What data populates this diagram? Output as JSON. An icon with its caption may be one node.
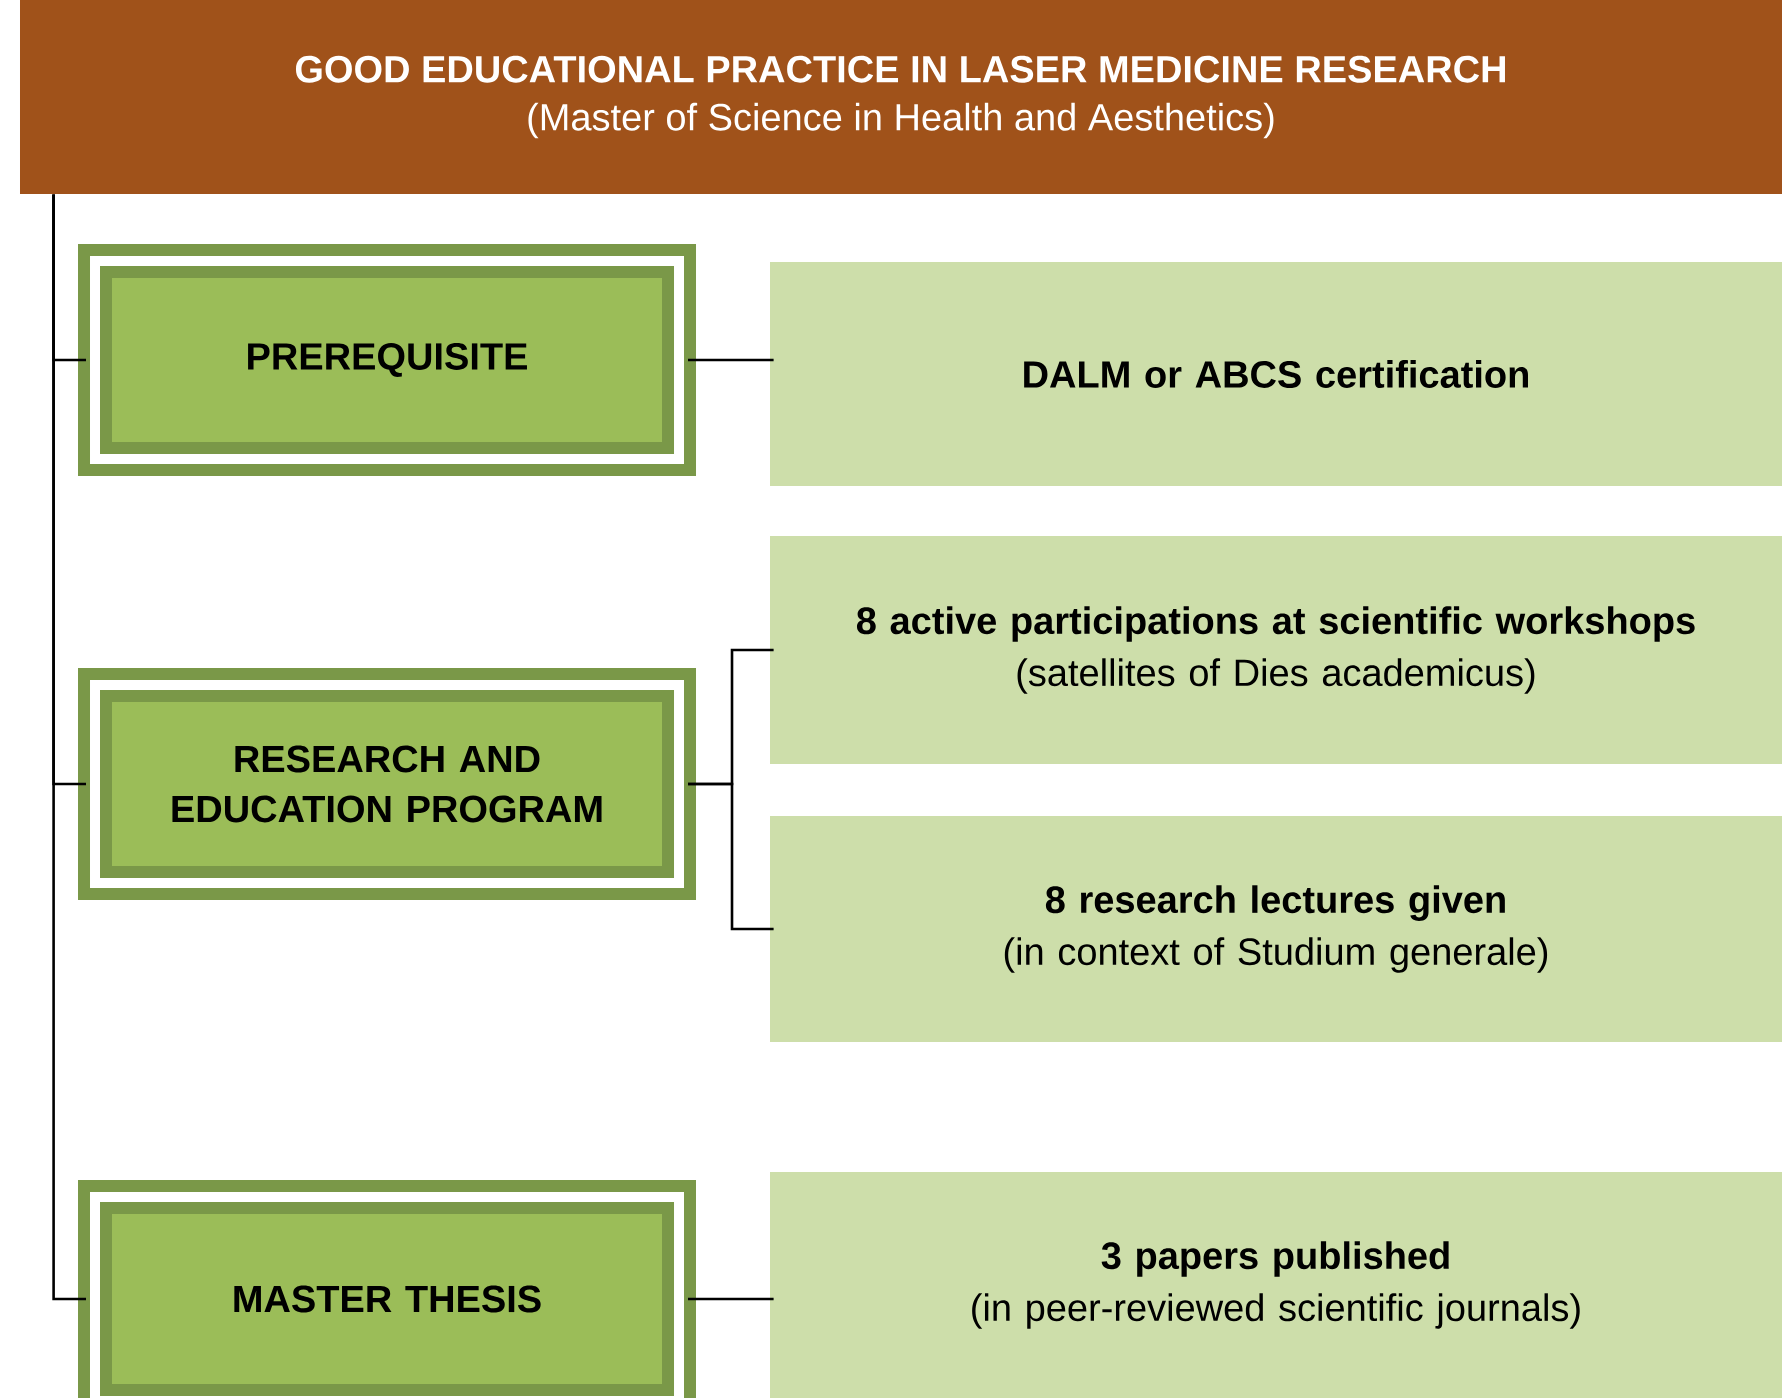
{
  "diagram": {
    "nodes": [
      {
        "text": [
          "GOOD EDUCATIONAL PRACTICE IN LASER MEDICINE RESEARCH",
          "(Master of Science in Health and Aesthetics)"
        ]
      },
      {
        "text": [
          "PREREQUISITE"
        ]
      },
      {
        "text": [
          "DALM or ABCS certification"
        ]
      },
      {
        "text": [
          "RESEARCH AND EDUCATION PROGRAM"
        ]
      },
      {
        "text": [
          "8 active participations at scientific workshops",
          "(satellites of Dies academicus)"
        ]
      },
      {
        "text": [
          "8 research lectures given",
          "(in context of Studium generale)"
        ]
      },
      {
        "text": [
          "MASTER THESIS"
        ]
      },
      {
        "text": [
          "3 papers published",
          "(in peer-reviewed scientific journals)"
        ]
      }
    ],
    "edges": [
      {
        "from": 0,
        "to": 1,
        "arrow": "none"
      },
      {
        "from": 0,
        "to": 3,
        "arrow": "none"
      },
      {
        "from": 0,
        "to": 6,
        "arrow": "none"
      },
      {
        "from": 1,
        "to": 2,
        "arrow": "none"
      },
      {
        "from": 3,
        "to": 4,
        "arrow": "none"
      },
      {
        "from": 3,
        "to": 5,
        "arrow": "none"
      },
      {
        "from": 6,
        "to": 7,
        "arrow": "none"
      }
    ]
  }
}
